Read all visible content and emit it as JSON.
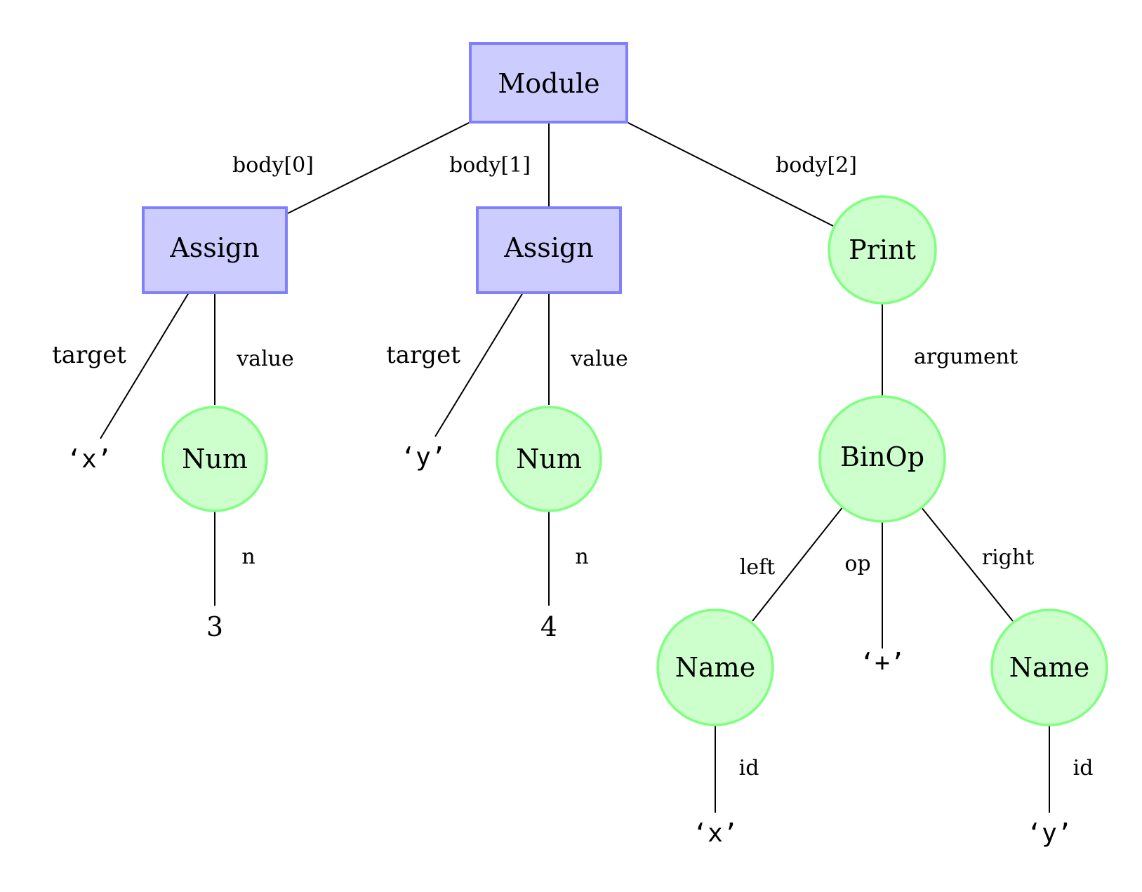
{
  "nodes": {
    "module": "Module",
    "assign_0": "Assign",
    "assign_1": "Assign",
    "print": "Print",
    "num_0": "Num",
    "num_1": "Num",
    "binop": "BinOp",
    "name_left": "Name",
    "name_right": "Name"
  },
  "leaves": {
    "target_0": "‘x’",
    "target_1": "‘y’",
    "n_0": "3",
    "n_1": "4",
    "op": "‘+’",
    "id_left": "‘x’",
    "id_right": "‘y’"
  },
  "edge_labels": {
    "body_0": "body[0]",
    "body_1": "body[1]",
    "body_2": "body[2]",
    "target_0": "target",
    "value_0": "value",
    "target_1": "target",
    "value_1": "value",
    "argument": "argument",
    "n_0": "n",
    "n_1": "n",
    "left": "left",
    "op": "op",
    "right": "right",
    "id_left": "id",
    "id_right": "id"
  },
  "colors": {
    "rect_fill": "#ccccff",
    "rect_stroke": "#8080ff",
    "circle_fill": "#ccffcc",
    "circle_stroke": "#80ff80"
  }
}
